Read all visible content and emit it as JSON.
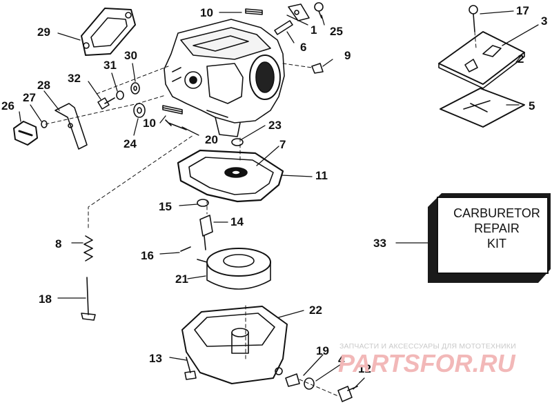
{
  "diagram": {
    "part_labels": {
      "p1": "1",
      "p2": "2",
      "p3": "3",
      "p4": "4",
      "p5": "5",
      "p6": "6",
      "p7": "7",
      "p8": "8",
      "p9": "9",
      "p10a": "10",
      "p10b": "10",
      "p11": "11",
      "p12": "12",
      "p13": "13",
      "p14": "14",
      "p15": "15",
      "p16": "16",
      "p17": "17",
      "p18": "18",
      "p19": "19",
      "p20": "20",
      "p21": "21",
      "p22": "22",
      "p23": "23",
      "p24": "24",
      "p25": "25",
      "p26": "26",
      "p27": "27",
      "p28": "28",
      "p29": "29",
      "p30": "30",
      "p31": "31",
      "p32": "32",
      "p33": "33"
    },
    "kit_box": {
      "line1": "CARBURETOR",
      "line2": "REPAIR",
      "line3": "KIT"
    }
  },
  "watermark": {
    "tagline": "ЗАПЧАСТИ И АКСЕССУАРЫ ДЛЯ МОТОТЕХНИКИ",
    "logo": "PARTSFOR.RU"
  },
  "colors": {
    "ink": "#111111",
    "watermark_red": "#f2b8b8",
    "watermark_grey": "#c9c9c9",
    "kit_shadow": "#1a1a1a"
  }
}
